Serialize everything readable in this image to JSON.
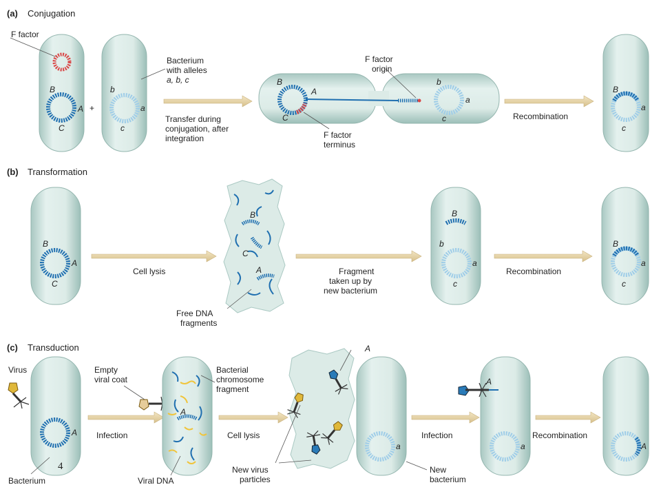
{
  "panels": {
    "conjugation": {
      "letter": "(a)",
      "title": "Conjugation",
      "f_factor": "F factor",
      "bacterium_alleles": [
        "Bacterium",
        "with alleles",
        "a, b, c"
      ],
      "plus": "+",
      "transfer": [
        "Transfer during",
        "conjugation, after",
        "integration"
      ],
      "f_origin": [
        "F factor",
        "origin"
      ],
      "f_terminus": [
        "F factor",
        "terminus"
      ],
      "recombination": "Recombination"
    },
    "transformation": {
      "letter": "(b)",
      "title": "Transformation",
      "cell_lysis": "Cell lysis",
      "free_dna": [
        "Free DNA",
        "fragments"
      ],
      "fragment_uptake": [
        "Fragment",
        "taken up by",
        "new bacterium"
      ],
      "recombination": "Recombination"
    },
    "transduction": {
      "letter": "(c)",
      "title": "Transduction",
      "virus": "Virus",
      "empty_coat": [
        "Empty",
        "viral coat"
      ],
      "chromosome_fragment": [
        "Bacterial",
        "chromosome",
        "fragment"
      ],
      "infection": "Infection",
      "cell_lysis": "Cell lysis",
      "infection_2": "Infection",
      "recombination": "Recombination",
      "bacterium": "Bacterium",
      "viral_dna": "Viral DNA",
      "new_virus": [
        "New virus",
        "particles"
      ],
      "new_bacterium": [
        "New",
        "bacterium"
      ]
    }
  },
  "alleles": {
    "upper_A": "A",
    "upper_B": "B",
    "upper_C": "C",
    "lower_a": "a",
    "lower_b": "b",
    "lower_c": "c"
  },
  "page_number": "4",
  "colors": {
    "cell_fill": "#d9ebe8",
    "dark_dna": "#1f6fb0",
    "light_dna": "#9fcde8",
    "f_factor": "#d94848",
    "arrow": "#e7d6aa",
    "viral_dna": "#f0c43a"
  }
}
